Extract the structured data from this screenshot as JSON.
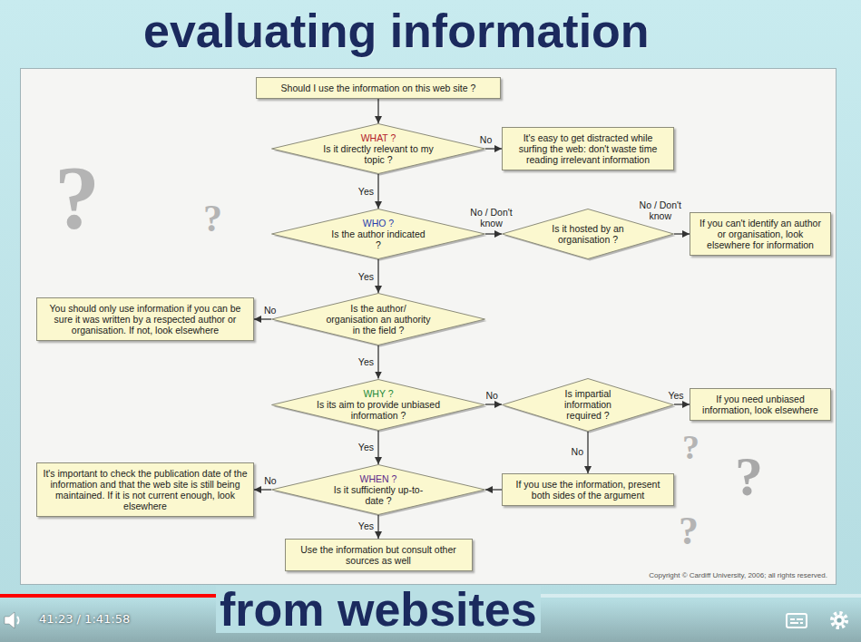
{
  "diagram": {
    "title": "evaluating information",
    "caption": "from websites",
    "nodes": [
      {
        "text": [
          "Should I use the information on this web site ?"
        ]
      },
      {
        "text": [
          "WHAT ?",
          "Is it directly relevant to my topic ?"
        ]
      },
      {
        "text": [
          "It's easy to get distracted while surfing the web: don't waste time reading irrelevant information"
        ]
      },
      {
        "text": [
          "WHO ?",
          "Is the author indicated ?"
        ]
      },
      {
        "text": [
          "Is it hosted by an organisation ?"
        ]
      },
      {
        "text": [
          "If you can't identify an author or organisation, look elsewhere for information"
        ]
      },
      {
        "text": [
          "You should only use information if you can be sure it was written by a respected author or organisation. If not, look elsewhere"
        ]
      },
      {
        "text": [
          "Is the author/ organisation an authority in the field ?"
        ]
      },
      {
        "text": [
          "WHY ?",
          "Is its aim to provide unbiased information ?"
        ]
      },
      {
        "text": [
          "Is impartial information required ?"
        ]
      },
      {
        "text": [
          "If you need unbiased information, look elsewhere"
        ]
      },
      {
        "text": [
          "It's important to check the publication date of the information and that the web site is still being maintained. If it is not current enough, look elsewhere"
        ]
      },
      {
        "text": [
          "WHEN ?",
          "Is it sufficiently up-to-date ?"
        ]
      },
      {
        "text": [
          "If you use the information, present both sides of the argument"
        ]
      },
      {
        "text": [
          "Use the information but consult other sources as well"
        ]
      }
    ],
    "edges": [
      {
        "from": 0,
        "to": 1,
        "arrow": "to"
      },
      {
        "from": 1,
        "to": 2,
        "label": "No",
        "arrow": "to"
      },
      {
        "from": 1,
        "to": 3,
        "label": "Yes",
        "arrow": "to"
      },
      {
        "from": 3,
        "to": 4,
        "label": "No / Don't know",
        "arrow": "to"
      },
      {
        "from": 4,
        "to": 5,
        "label": "No / Don't know",
        "arrow": "to"
      },
      {
        "from": 3,
        "to": 7,
        "label": "Yes",
        "arrow": "to"
      },
      {
        "from": 7,
        "to": 6,
        "label": "No",
        "arrow": "to"
      },
      {
        "from": 7,
        "to": 8,
        "label": "Yes",
        "arrow": "to"
      },
      {
        "from": 8,
        "to": 9,
        "label": "No",
        "arrow": "to"
      },
      {
        "from": 9,
        "to": 10,
        "label": "Yes",
        "arrow": "to"
      },
      {
        "from": 9,
        "to": 13,
        "label": "No",
        "arrow": "to"
      },
      {
        "from": 13,
        "to": 12,
        "arrow": "to"
      },
      {
        "from": 8,
        "to": 12,
        "label": "Yes",
        "arrow": "to"
      },
      {
        "from": 12,
        "to": 11,
        "label": "No",
        "arrow": "to"
      },
      {
        "from": 12,
        "to": 14,
        "label": "Yes",
        "arrow": "to"
      }
    ],
    "labels": [
      "?",
      "?",
      "?",
      "?",
      "?",
      "Copyright © Cardiff University, 2006; all rights reserved.",
      "41:23 / 1:41:58"
    ]
  }
}
